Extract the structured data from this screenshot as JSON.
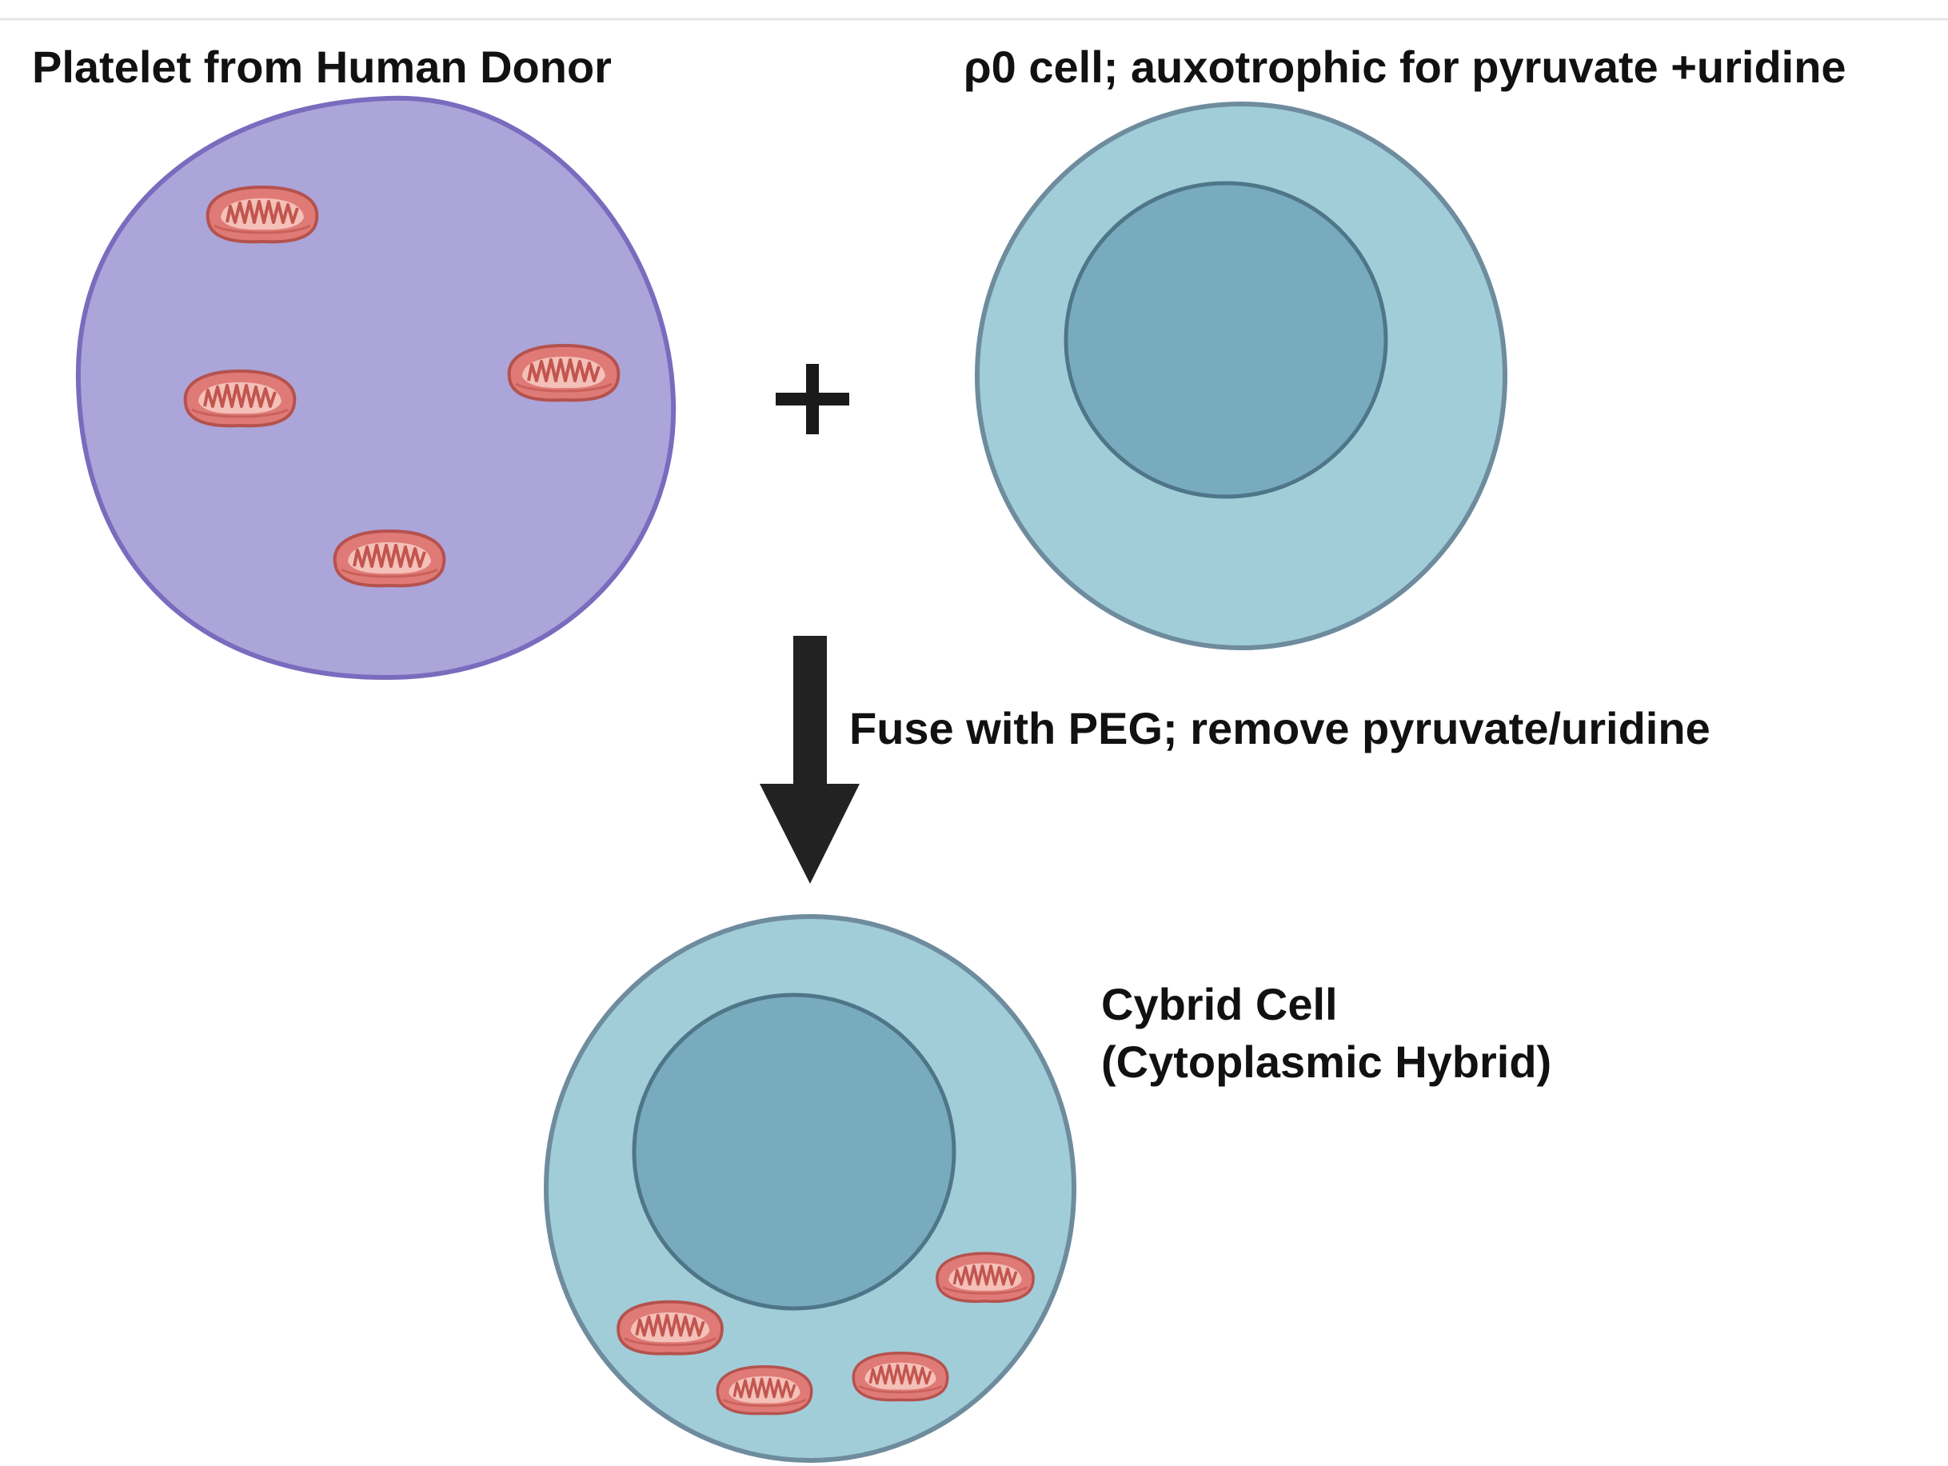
{
  "labels": {
    "platelet": "Platelet from Human Donor",
    "rho0": "ρ0 cell; auxotrophic for pyruvate +uridine",
    "fuse": "Fuse with PEG; remove pyruvate/uridine",
    "cybrid_line1": "Cybrid Cell",
    "cybrid_line2": "(Cytoplasmic Hybrid)"
  },
  "symbols": {
    "plus": "+"
  },
  "colors": {
    "platelet_fill": "#ABA5D9",
    "platelet_stroke": "#7B6BBE",
    "cell_fill": "#A1CDD9",
    "cell_stroke": "#6E8C9E",
    "nucleus_fill": "#79ABBE",
    "nucleus_stroke": "#4F7688",
    "mito_fill": "#E07A76",
    "mito_stroke": "#B5524E",
    "mito_inner": "#F4C0B8",
    "arrow": "#222222",
    "plus": "#1a1a1a"
  },
  "icons": {
    "mitochondrion": "mitochondrion-icon",
    "arrow": "arrow-down-icon",
    "plus": "plus-icon"
  }
}
